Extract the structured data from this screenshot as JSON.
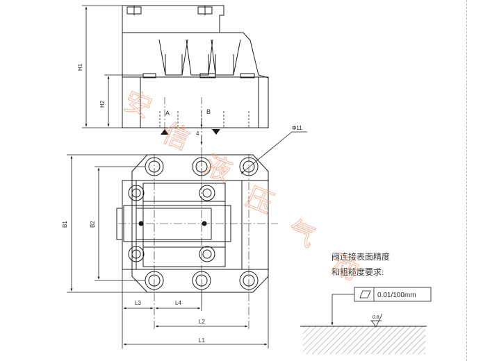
{
  "drawing": {
    "port_a": "A",
    "port_b": "B",
    "small_dim": "4",
    "hole_callout": "Φ11",
    "dimensions": {
      "H1": "H1",
      "H2": "H2",
      "B1": "B1",
      "B2": "B2",
      "L1": "L1",
      "L2": "L2",
      "L3": "L3",
      "L4": "L4"
    },
    "note_line1": "阀连接表面精度",
    "note_line2": "和粗糙度要求:",
    "flatness_tolerance": "0.01/100mm",
    "roughness_value": "0.8",
    "watermark_chars": [
      "安",
      "信",
      "液",
      "压",
      "气",
      "动"
    ],
    "colors": {
      "line": "#1a1a1a",
      "watermark": "#f2a080"
    }
  }
}
